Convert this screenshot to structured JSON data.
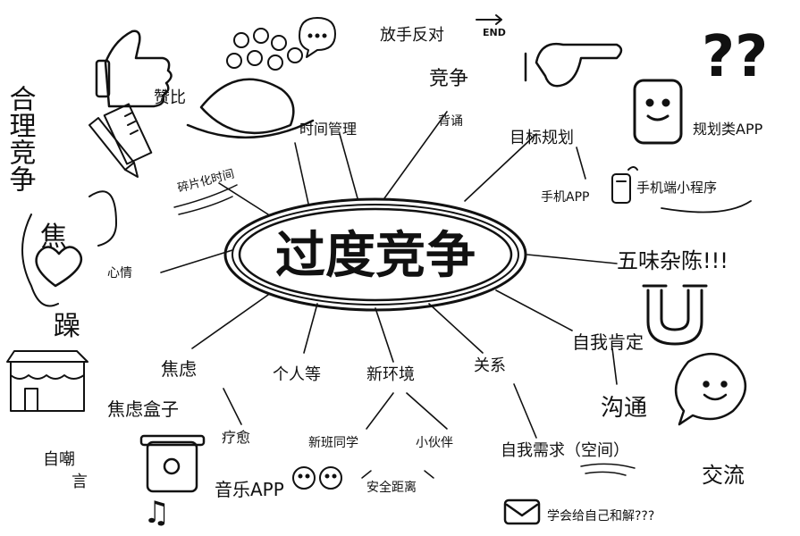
{
  "center": {
    "title": "过度竞争"
  },
  "nodes": {
    "time_mgmt": "时间管理",
    "competition": "竞争",
    "recite": "背诵",
    "plan_self": "目标规划",
    "phone_app": "手机APP",
    "mini_program": "手机端小程序",
    "planner_app": "规划类APP",
    "praise": "赞比",
    "fragment_time": "碎片化时间",
    "reasonable": "合理竞争",
    "mood": "心情",
    "heart_a": "焦",
    "heart_b": "躁",
    "anxiety": "焦虑",
    "anxiety_box": "焦虑盒子",
    "murmur": "自嘲",
    "murmur_b": "言",
    "heal": "疗愈",
    "music_app": "音乐APP",
    "personal": "个人等",
    "new_env": "新环境",
    "classmates": "新班同学",
    "neighbors": "小伙伴",
    "safe_distance": "安全距离",
    "relation": "关系",
    "self_need": "自我需求（空间）",
    "self_answer": "学会给自己和解???",
    "self_confirm": "自我肯定",
    "communicate": "沟通",
    "exchange": "交流",
    "mental_break": "五味杂陈!!!",
    "end_arrow": "END",
    "dont_fight": "放手反对"
  },
  "colors": {
    "ink": "#111111",
    "paper": "#ffffff"
  }
}
